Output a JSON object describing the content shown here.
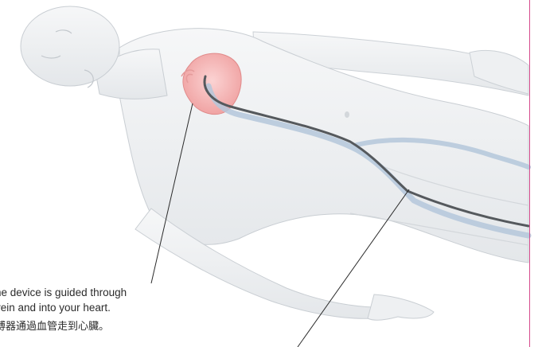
{
  "caption": {
    "english_line_1": "he device is guided through",
    "english_line_2": "vein and into your heart.",
    "chinese": "搏器通過血管走到心臟。"
  },
  "colors": {
    "body": "#eef0f2",
    "body_outline": "#c9ced3",
    "heart": "#f2a7a7",
    "vein": "#a9bfd6",
    "catheter": "#555b60",
    "page_rule": "#d64b8c"
  },
  "icons": {
    "figure": "reclining-human-figure",
    "heart": "heart-icon",
    "catheter": "catheter-line"
  }
}
